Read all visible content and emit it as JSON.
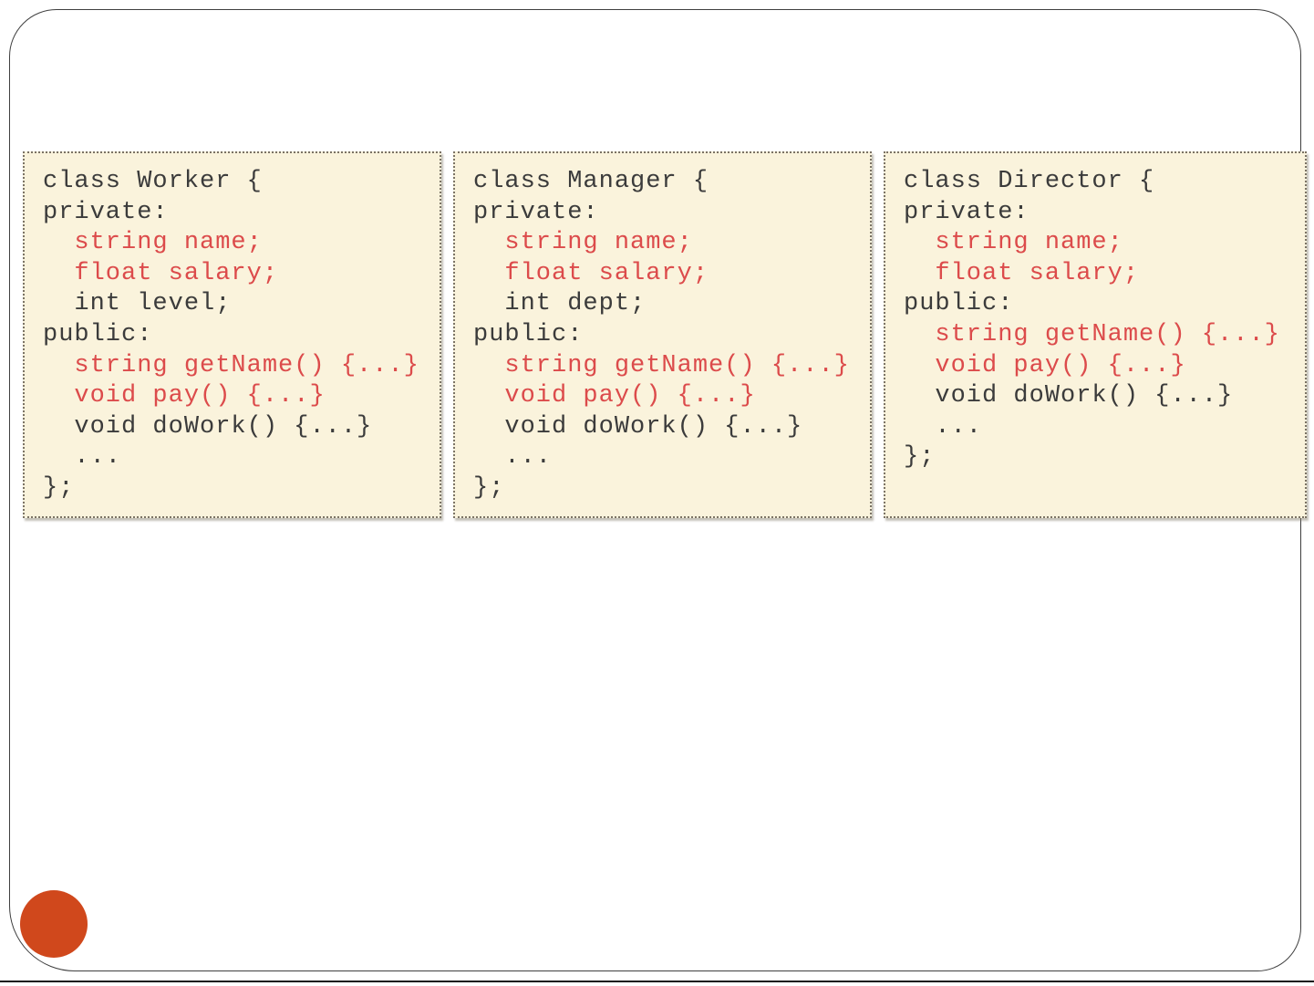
{
  "slide": {
    "kind": "presentation-slide",
    "background_color": "#ffffff",
    "border_color": "#3f3f3f",
    "accent_circle_color": "#d0481c",
    "code_box_background": "#faf3dc",
    "code_text_color": "#3b3b3b",
    "code_highlight_color": "#dc4b4b"
  },
  "code_boxes": [
    {
      "name": "worker-class",
      "lines": [
        {
          "text": "class Worker {",
          "color": "black"
        },
        {
          "text": "private:",
          "color": "black"
        },
        {
          "text": "  string name;",
          "color": "red"
        },
        {
          "text": "  float salary;",
          "color": "red"
        },
        {
          "text": "  int level;",
          "color": "black"
        },
        {
          "text": "public:",
          "color": "black"
        },
        {
          "text": "  string getName() {...}",
          "color": "red"
        },
        {
          "text": "  void pay() {...}",
          "color": "red"
        },
        {
          "text": "  void doWork() {...}",
          "color": "black"
        },
        {
          "text": "  ...",
          "color": "black"
        },
        {
          "text": "};",
          "color": "black"
        }
      ]
    },
    {
      "name": "manager-class",
      "lines": [
        {
          "text": "class Manager {",
          "color": "black"
        },
        {
          "text": "private:",
          "color": "black"
        },
        {
          "text": "  string name;",
          "color": "red"
        },
        {
          "text": "  float salary;",
          "color": "red"
        },
        {
          "text": "  int dept;",
          "color": "black"
        },
        {
          "text": "public:",
          "color": "black"
        },
        {
          "text": "  string getName() {...}",
          "color": "red"
        },
        {
          "text": "  void pay() {...}",
          "color": "red"
        },
        {
          "text": "  void doWork() {...}",
          "color": "black"
        },
        {
          "text": "  ...",
          "color": "black"
        },
        {
          "text": "};",
          "color": "black"
        }
      ]
    },
    {
      "name": "director-class",
      "lines": [
        {
          "text": "class Director {",
          "color": "black"
        },
        {
          "text": "private:",
          "color": "black"
        },
        {
          "text": "  string name;",
          "color": "red"
        },
        {
          "text": "  float salary;",
          "color": "red"
        },
        {
          "text": "public:",
          "color": "black"
        },
        {
          "text": "  string getName() {...}",
          "color": "red"
        },
        {
          "text": "  void pay() {...}",
          "color": "red"
        },
        {
          "text": "  void doWork() {...}",
          "color": "black"
        },
        {
          "text": "  ...",
          "color": "black"
        },
        {
          "text": "};",
          "color": "black"
        }
      ]
    }
  ]
}
